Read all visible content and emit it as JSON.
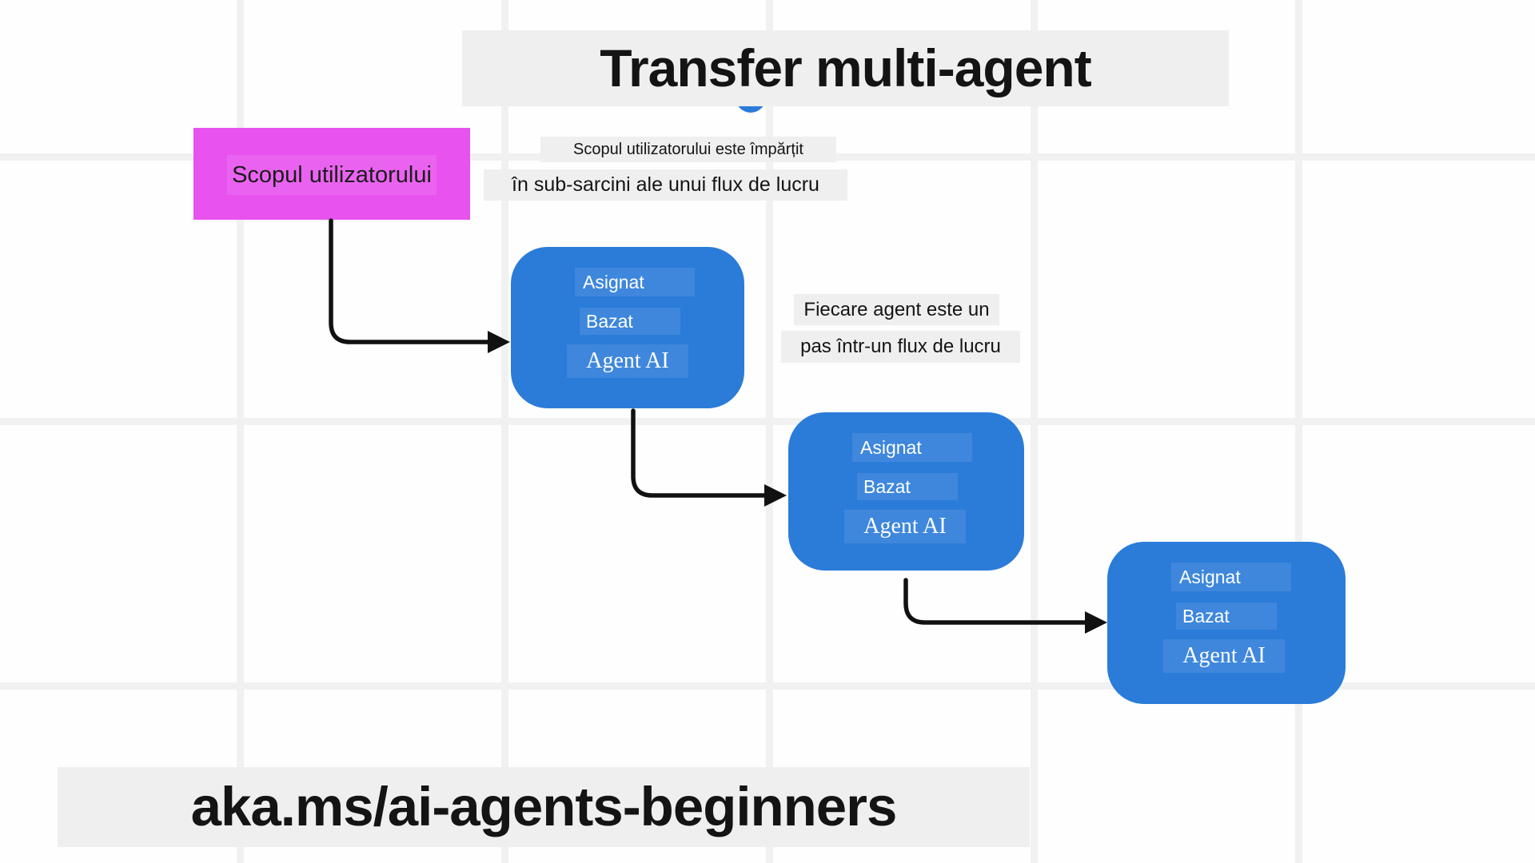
{
  "title": "Transfer multi-agent",
  "split_caption": {
    "line1": "Scopul utilizatorului este împărțit",
    "line2": "în sub-sarcini ale unui flux de lucru"
  },
  "user_goal": {
    "label": "Scopul utilizatorului"
  },
  "agent_step_caption": {
    "line1": "Fiecare agent este un",
    "line2": "pas într-un flux de lucru"
  },
  "agents": [
    {
      "assigned": "Asignat",
      "based": "Bazat",
      "name": "Agent AI"
    },
    {
      "assigned": "Asignat",
      "based": "Bazat",
      "name": "Agent AI"
    },
    {
      "assigned": "Asignat",
      "based": "Bazat",
      "name": "Agent AI"
    }
  ],
  "footer": {
    "link": "aka.ms/ai-agents-beginners"
  },
  "colors": {
    "accent-blue": "#2b7cd9",
    "accent-magenta": "#e852ef",
    "panel-gray": "#efefef",
    "grid-gray": "#f1f1f1",
    "ink": "#141414",
    "arrow": "#111111"
  }
}
